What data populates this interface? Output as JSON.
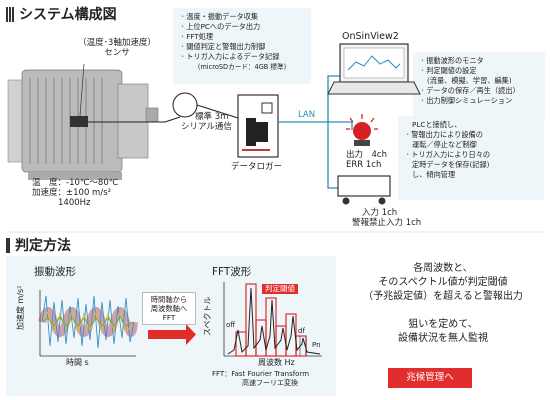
{
  "system": {
    "heading": "システム構成図",
    "sensor_note_line1": "（温度･3軸加速度）",
    "sensor_note_line2": "センサ",
    "sensor_specs": [
      "温　度：-10℃～80℃",
      "加速度：±100 m/s²",
      "1400Hz"
    ],
    "cable_label_line1": "標準 3m",
    "cable_label_line2": "シリアル通信",
    "logger_label": "データロガー",
    "lan_label": "LAN",
    "logger_features": [
      "温度・振動データ収集",
      "上位PCへのデータ出力",
      "FFT処理",
      "閾値判定と警報出力制御",
      "トリガ入力によるデータ記録"
    ],
    "logger_features_note": "(microSDカード：4GB 標準)",
    "pc_title": "OnSinView2",
    "pc_features": [
      "振動波形のモニタ",
      "判定閾値の設定",
      "(流量、模擬、学習、編集)",
      "データの保存／再生（読出）",
      "出力制御シミュレーション"
    ],
    "output_label_line1": "出力　4ch",
    "output_label_line2": "ERR  1ch",
    "plc_features": [
      "PLCと接続し、",
      "警報出力により設備の",
      "運転／停止など制御",
      "トリガ入力により日々の",
      "定時データを保存(記録)",
      "し、傾向管理"
    ],
    "input_label_line1": "入力 1ch",
    "input_label_line2": "警報禁止入力 1ch"
  },
  "judge": {
    "heading": "判定方法",
    "waveform_title": "振動波形",
    "waveform_ylabel": "加速度 m/s²",
    "waveform_xlabel": "時間 s",
    "arrow_text_line1": "時間軸から",
    "arrow_text_line2": "周波数軸へ",
    "arrow_text_line3": "FFT",
    "fft_title": "FFT波形",
    "fft_threshold_label": "判定閾値",
    "fft_ylabel": "スペクトル",
    "fft_xlabel": "周波数 Hz",
    "fft_off_label": "off",
    "fft_df_label": "df",
    "fft_pn_label": "Pn",
    "fft_note_line1": "FFT：Fast Fourier Transform",
    "fft_note_line2": "高速フーリエ変換"
  },
  "summary": {
    "line1": "各周波数と、",
    "line2": "そのスペクトル値が判定閾値",
    "line3": "（予兆設定値）を超えると警報出力",
    "line4": "狙いを定めて、",
    "line5": "設備状況を無人監視",
    "button": "兆候管理へ"
  },
  "colors": {
    "accent": "#2a8fb4",
    "alert": "#e22d2d",
    "panel": "#eef6fa"
  }
}
